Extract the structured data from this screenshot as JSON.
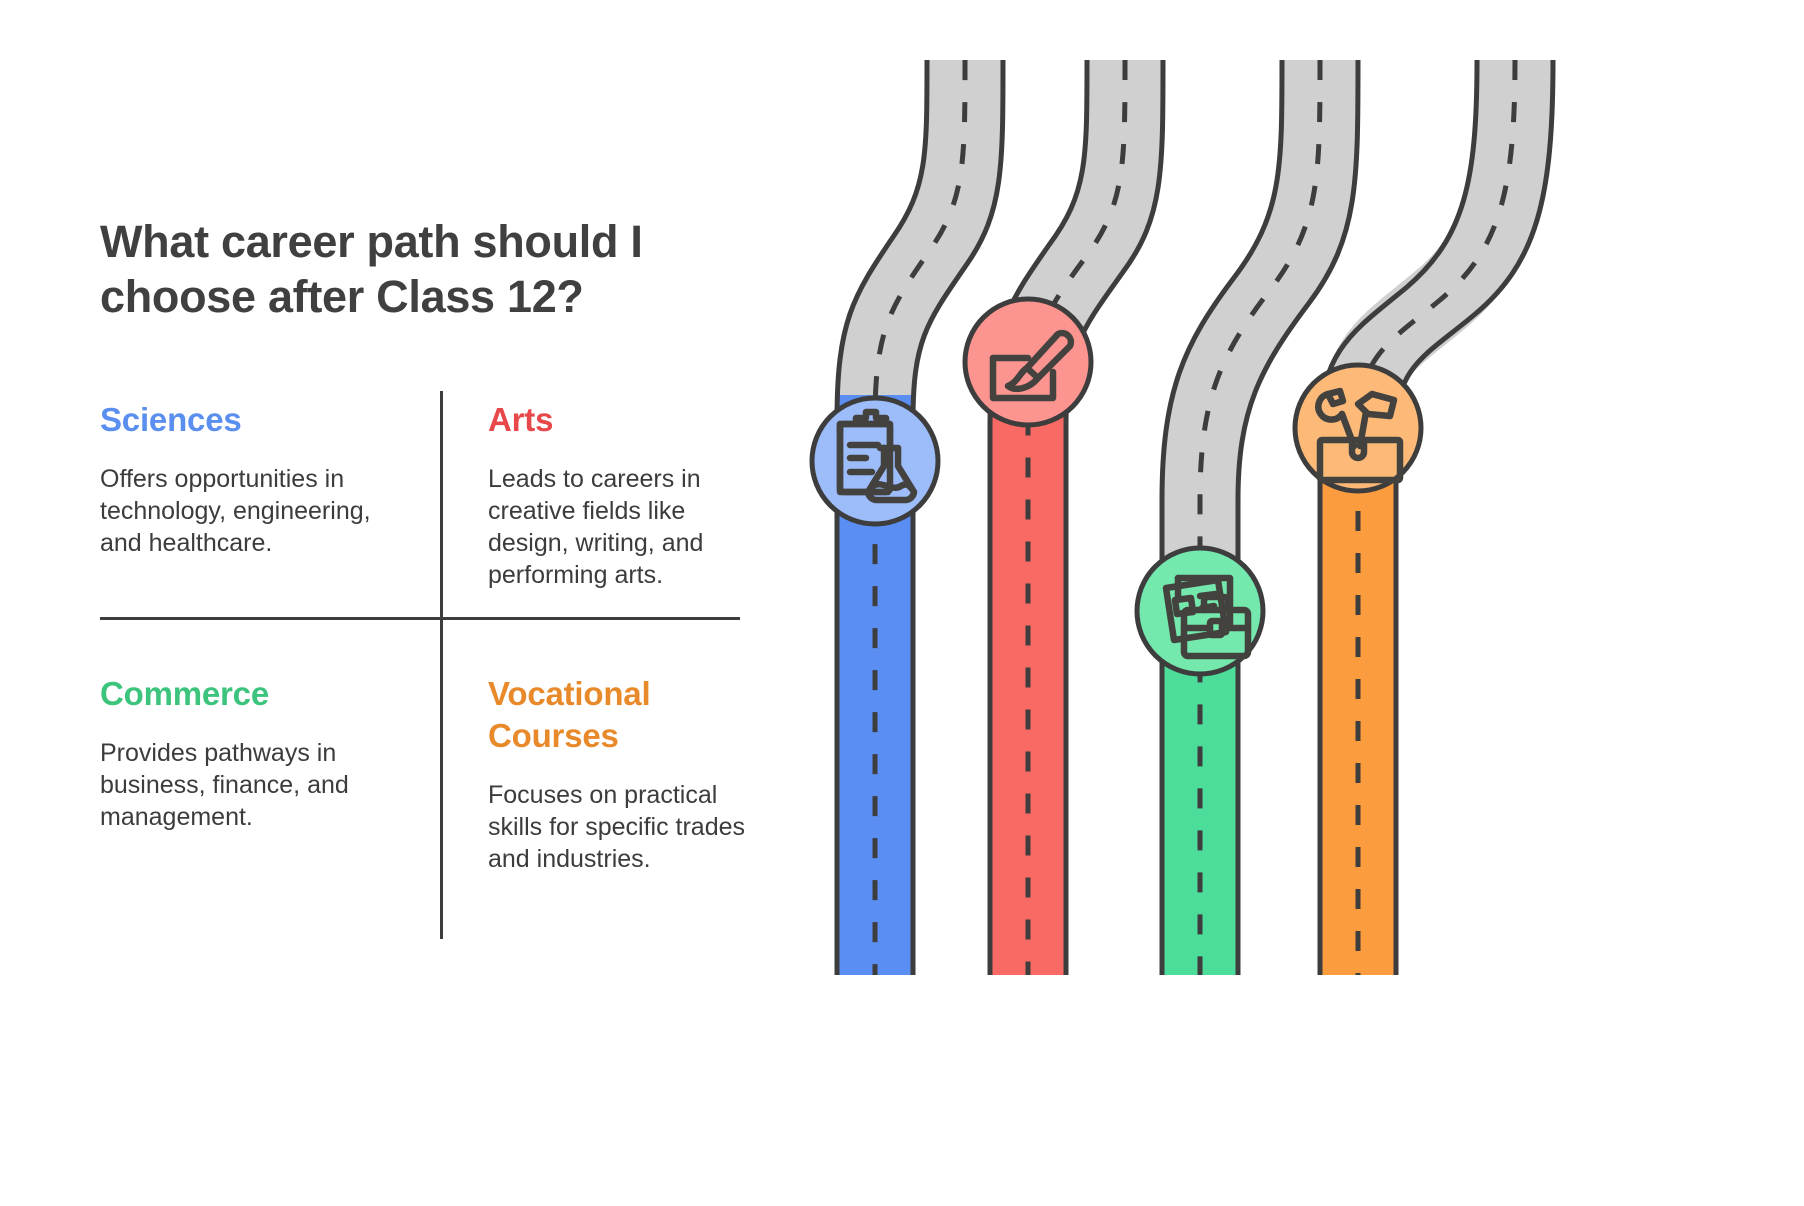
{
  "title": "What career path should I choose after Class 12?",
  "quadrants": [
    {
      "id": "sciences",
      "heading": "Sciences",
      "body": "Offers opportunities in technology, engineering, and healthcare.",
      "color": "#5a8ff0",
      "road_color": "#5b8ef2",
      "node_color": "#9cbcfa",
      "icon": "clipboard-flask-icon"
    },
    {
      "id": "arts",
      "heading": "Arts",
      "body": "Leads to careers in creative fields like design, writing, and performing arts.",
      "color": "#e8484a",
      "road_color": "#fa6a64",
      "node_color": "#fc9490",
      "icon": "paintbrush-canvas-icon"
    },
    {
      "id": "commerce",
      "heading": "Commerce",
      "body": "Provides pathways in business, finance, and management.",
      "color": "#3cc47c",
      "road_color": "#4ddd9a",
      "node_color": "#74e8ad",
      "icon": "documents-briefcase-icon"
    },
    {
      "id": "vocational",
      "heading": "Vocational Courses",
      "body": "Focuses on practical skills for specific trades and industries.",
      "color": "#e8892a",
      "road_color": "#fb9c3f",
      "node_color": "#fcb978",
      "icon": "wrench-hammer-toolbox-icon"
    }
  ],
  "graphic": {
    "road_gray": "#d0d0d0",
    "road_outline": "#3d3d3d",
    "dash_color": "#3d3d3d",
    "background": "#ffffff"
  }
}
